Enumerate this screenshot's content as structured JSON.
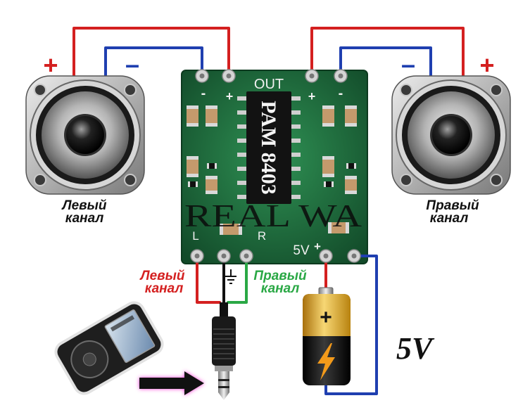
{
  "speakers": {
    "left": {
      "plus_sign": "+",
      "minus_sign": "–",
      "label_line1": "Левый",
      "label_line2": "канал"
    },
    "right": {
      "plus_sign": "+",
      "minus_sign": "–",
      "label_line1": "Правый",
      "label_line2": "канал"
    }
  },
  "board": {
    "output_label": "OUT",
    "left_output_minus": "-",
    "left_output_plus": "+",
    "right_output_plus": "+",
    "right_output_minus": "-",
    "chip_label": "PAM 8403",
    "watermark": "REAL WA",
    "input_left_label": "L",
    "input_right_label": "R",
    "power_label": "5V",
    "power_plus": "+"
  },
  "audio_input": {
    "left_line1": "Левый",
    "left_line2": "канал",
    "right_line1": "Правый",
    "right_line2": "канал"
  },
  "power": {
    "voltage_label": "5V",
    "battery_plus": "+"
  },
  "icons": {
    "speaker": "speaker-icon",
    "chip": "chip-icon",
    "ground": "ground-icon",
    "audio_plug": "audio-jack-icon",
    "player": "media-player-icon",
    "arrow": "arrow-right-icon",
    "battery": "battery-icon",
    "lightning": "lightning-icon"
  },
  "colors": {
    "positive_wire": "#d42020",
    "negative_wire": "#1f3fb0",
    "ground_wire": "#111111",
    "left_channel": "#d42020",
    "right_channel": "#2aa845",
    "pcb": "#1e7040",
    "arrow_glow": "#ff3ad8"
  }
}
